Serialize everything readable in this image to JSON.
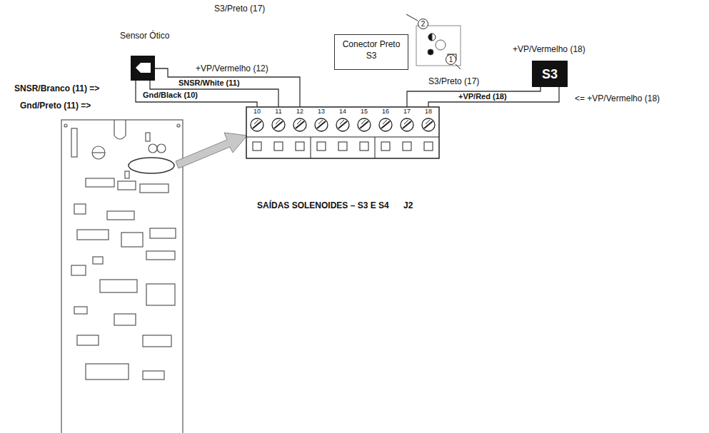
{
  "diagram": {
    "nodes": [
      {
        "text": [
          "2"
        ]
      },
      {
        "text": [
          "Conector Preto S3"
        ]
      },
      {
        "text": [
          "1"
        ]
      },
      {
        "text": [
          "S3"
        ]
      }
    ],
    "labels": [
      "S3/Preto (17)",
      "Sensor Ótico",
      "+VP/Vermelho (18)",
      "+VP/Vermelho (12)",
      "S3/Preto (17)",
      "SNSR/White (11)",
      "+VP/Red (18)",
      "<= +VP/Vermelho (18)",
      "SNSR/Branco (11) =>",
      "Gnd/Black (10)",
      "Gnd/Preto (11) =>",
      "10",
      "11",
      "12",
      "13",
      "14",
      "15",
      "16",
      "17",
      "18",
      "SAÍDAS SOLENOIDES – S3 E S4",
      "J2"
    ]
  }
}
